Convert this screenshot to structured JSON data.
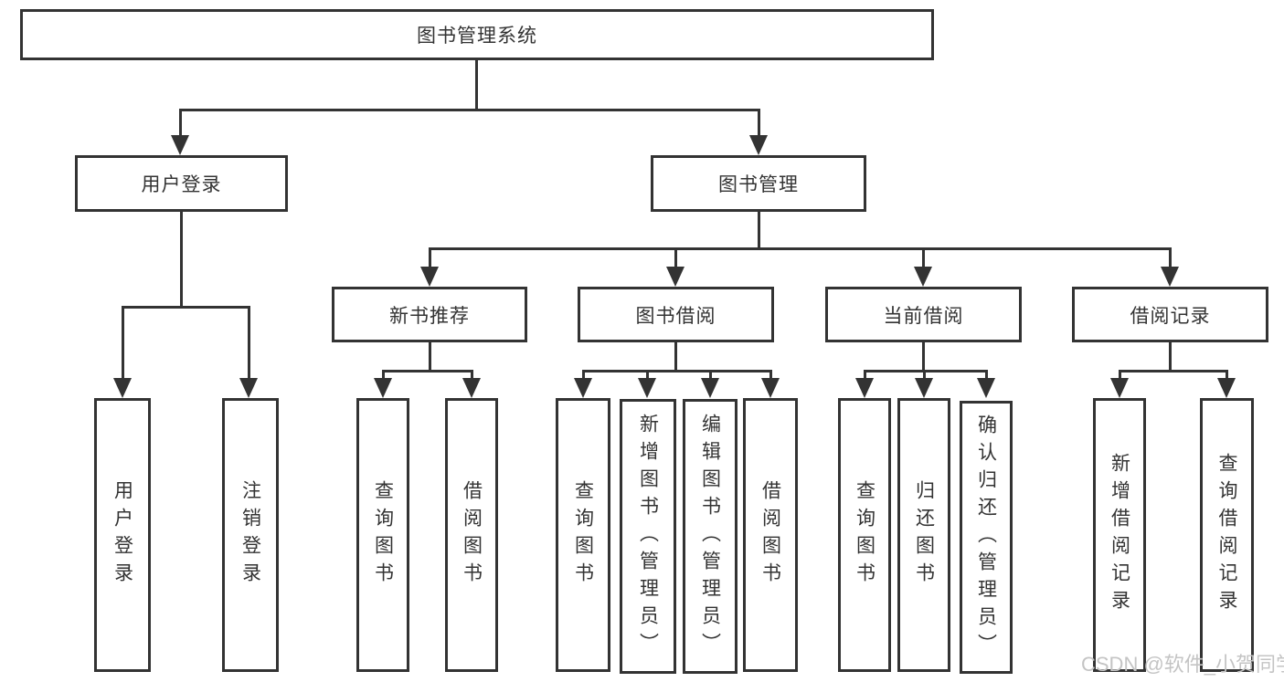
{
  "diagram": {
    "root": "图书管理系统",
    "user_login": {
      "label": "用户登录",
      "children": [
        "用户登录",
        "注销登录"
      ]
    },
    "book_mgmt": {
      "label": "图书管理",
      "new_books": {
        "label": "新书推荐",
        "children": [
          "查询图书",
          "借阅图书"
        ]
      },
      "book_borrow": {
        "label": "图书借阅",
        "children": [
          "查询图书",
          "新增图书（管理员）",
          "编辑图书（管理员）",
          "借阅图书"
        ]
      },
      "current_borrow": {
        "label": "当前借阅",
        "children": [
          "查询图书",
          "归还图书",
          "确认归还（管理员）"
        ]
      },
      "borrow_records": {
        "label": "借阅记录",
        "children": [
          "新增借阅记录",
          "查询借阅记录"
        ]
      }
    },
    "watermark": "CSDN @软件_小贺同学",
    "colors": {
      "line": "#333333",
      "text": "#333333",
      "background": "#ffffff",
      "watermark": "#c4c4c4"
    }
  }
}
